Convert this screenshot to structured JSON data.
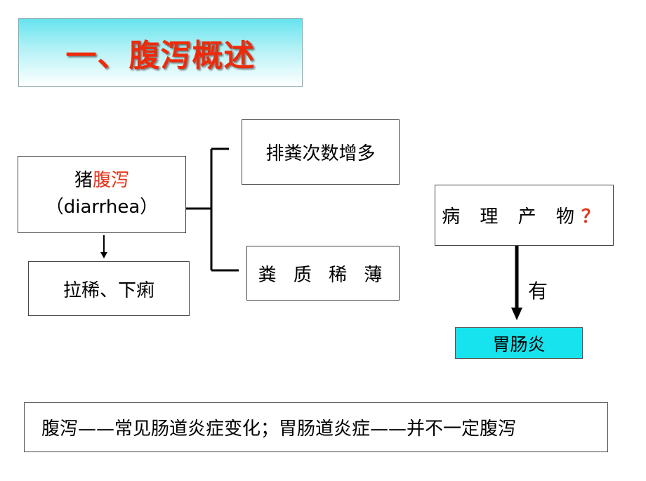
{
  "title": "一、腹泻概述",
  "main": {
    "prefix": "猪",
    "highlight": "腹泻",
    "english": "（diarrhea）"
  },
  "symptom": "拉稀、下痢",
  "features": [
    "排粪次数增多",
    "粪 质 稀 薄"
  ],
  "pathology": {
    "label": "病 理 产 物 ",
    "question": "？"
  },
  "arrow_label": "有",
  "result": "胃肠炎",
  "summary": "腹泻——常见肠道炎症变化；胃肠道炎症——并不一定腹泻",
  "colors": {
    "title_text": "#ee2a0a",
    "highlight": "#e8341c",
    "banner_top": "#66e3ee",
    "result_fill": "#17e3ee"
  }
}
